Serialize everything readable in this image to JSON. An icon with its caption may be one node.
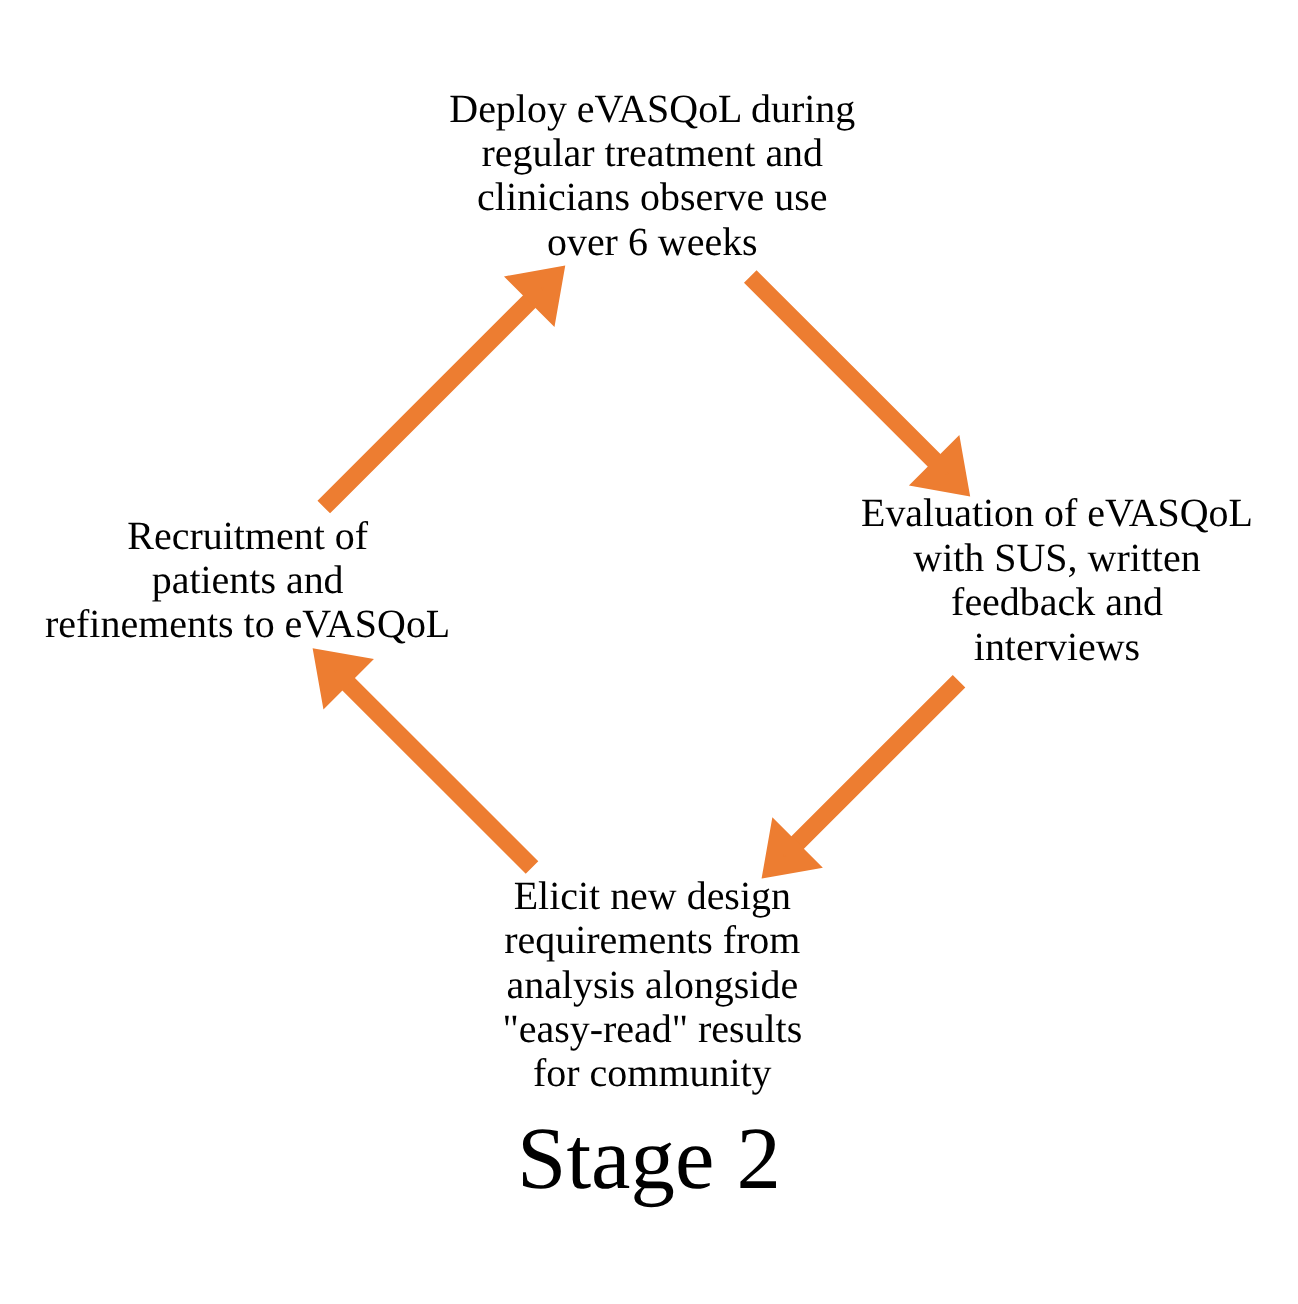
{
  "diagram": {
    "title": "Stage 2",
    "nodes": [
      {
        "text": [
          "Elicit new design requirements from analysis alongside \"easy-read\" results for community"
        ]
      },
      {
        "text": [
          "Recruitment of patients and refinements to eVASQoL"
        ]
      },
      {
        "text": [
          "Deploy eVASQoL during regular treatment and clinicians observe use over 6 weeks"
        ]
      },
      {
        "text": [
          "Evaluation of eVASQoL with SUS, written feedback and interviews"
        ]
      }
    ],
    "edges": [
      {
        "from": 0,
        "to": 1,
        "arrow": "to"
      },
      {
        "from": 1,
        "to": 2,
        "arrow": "to"
      },
      {
        "from": 2,
        "to": 3,
        "arrow": "to"
      },
      {
        "from": 3,
        "to": 0,
        "arrow": "to"
      }
    ]
  }
}
